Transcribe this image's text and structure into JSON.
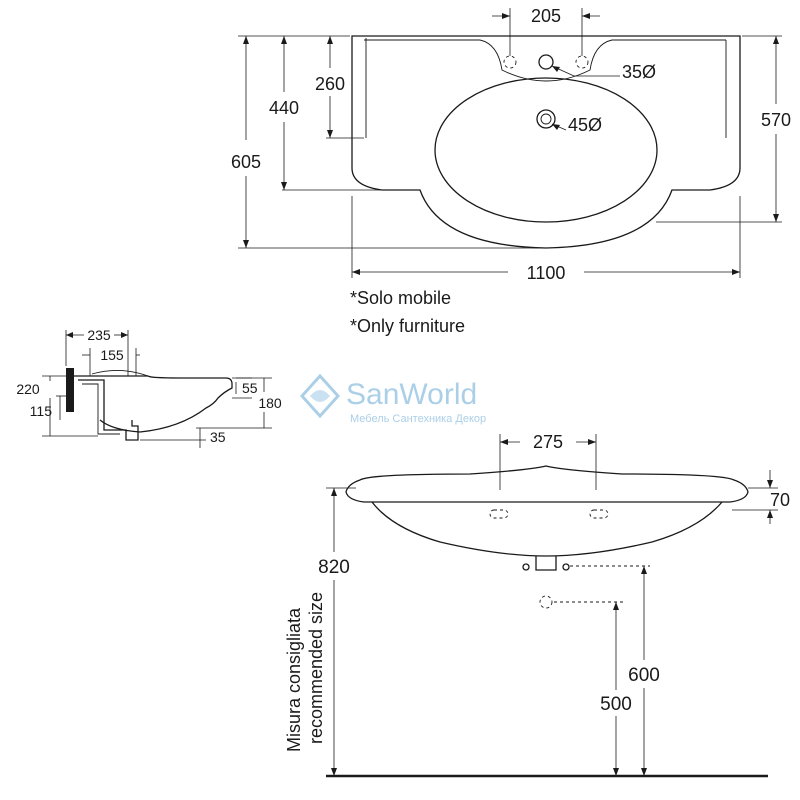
{
  "top_view": {
    "dims": {
      "width_total": "1100",
      "depth_total": "605",
      "depth_mid": "440",
      "depth_deck": "260",
      "depth_right": "570",
      "tap_spacing": "205",
      "tap_hole": "35Ø",
      "drain_hole": "45Ø"
    },
    "notes": [
      "*Solo mobile",
      "*Only furniture"
    ]
  },
  "side_view": {
    "dims": {
      "top_width": "235",
      "inner_width": "155",
      "height_total": "220",
      "height_lower": "115",
      "right_height": "180",
      "right_small": "55",
      "bottom_offset": "35"
    }
  },
  "front_view": {
    "dims": {
      "hole_spacing": "275",
      "rim_height": "70",
      "height_floor": "820",
      "height_600": "600",
      "height_500": "500"
    },
    "vertical_note_line1": "Misura consigliata",
    "vertical_note_line2": "recommended size"
  },
  "watermark": {
    "brand": "SanWorld",
    "tagline": "Мебель Сантехника Декор"
  }
}
